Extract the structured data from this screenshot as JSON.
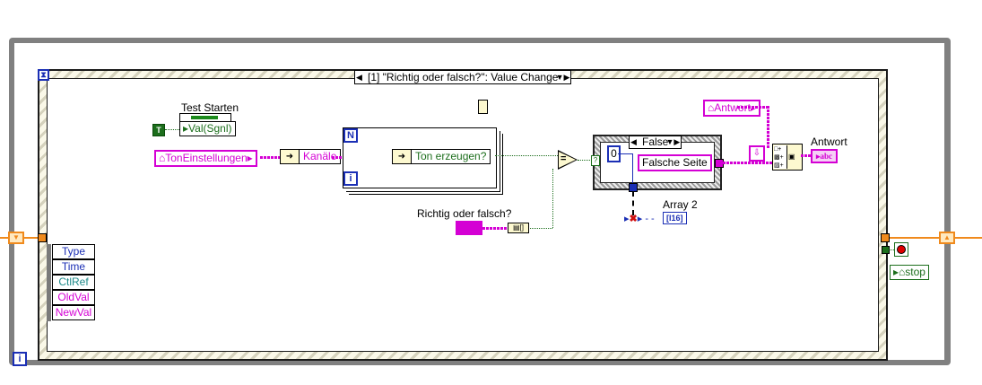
{
  "event_structure": {
    "selector_label": "[1] \"Richtig oder falsch?\": Value Change",
    "timeout_icon": "hourglass-icon",
    "event_data": [
      "Type",
      "Time",
      "CtlRef",
      "OldVal",
      "NewVal"
    ],
    "event_data_colors": [
      "#1b2fb5",
      "#1b2fb5",
      "#1f8a8a",
      "#d400d4",
      "#d400d4"
    ]
  },
  "nodes": {
    "test_starten_label": "Test Starten",
    "val_sgnl": "Val(Sgnl)",
    "true_constant": "T",
    "ton_einstellungen": "TonEinstellungen",
    "kanaele": "Kanäle",
    "for_loop_n": "N",
    "for_loop_i": "i",
    "ton_erzeugen": "Ton erzeugen?",
    "richtig_label": "Richtig oder falsch?",
    "case_selector": "False",
    "case_constant_0": "0",
    "falsche_seite": "Falsche Seite",
    "antwort_local": "Antwort",
    "antwort_label": "Antwort",
    "antwort_indicator": "abc",
    "array2_label": "Array 2",
    "array2_indicator": "I16",
    "stop_local": "stop",
    "while_loop_i": "i"
  },
  "colors": {
    "string_wire": "#d400d4",
    "boolean_wire": "#1c6e1c",
    "cluster_wire": "#f08a1c",
    "loop_border": "#808080",
    "integer": "#1b2fb5"
  }
}
